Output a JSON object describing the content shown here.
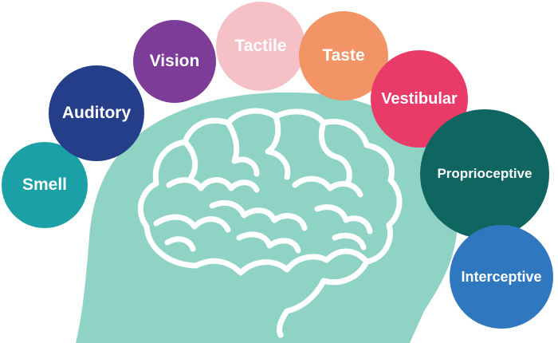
{
  "diagram": {
    "senses": [
      {
        "id": "smell",
        "label": "Smell",
        "color": "#1ba0a6"
      },
      {
        "id": "auditory",
        "label": "Auditory",
        "color": "#253e8a"
      },
      {
        "id": "vision",
        "label": "Vision",
        "color": "#7d3c98"
      },
      {
        "id": "tactile",
        "label": "Tactile",
        "color": "#f6c1c6"
      },
      {
        "id": "taste",
        "label": "Taste",
        "color": "#f39467"
      },
      {
        "id": "vestibular",
        "label": "Vestibular",
        "color": "#e83b68"
      },
      {
        "id": "proprioceptive",
        "label": "Proprioceptive",
        "color": "#0f6660"
      },
      {
        "id": "interceptive",
        "label": "Interceptive",
        "color": "#2f78bf"
      }
    ],
    "head_color": "#8fd3c4",
    "brain_line_color": "#ffffff"
  }
}
